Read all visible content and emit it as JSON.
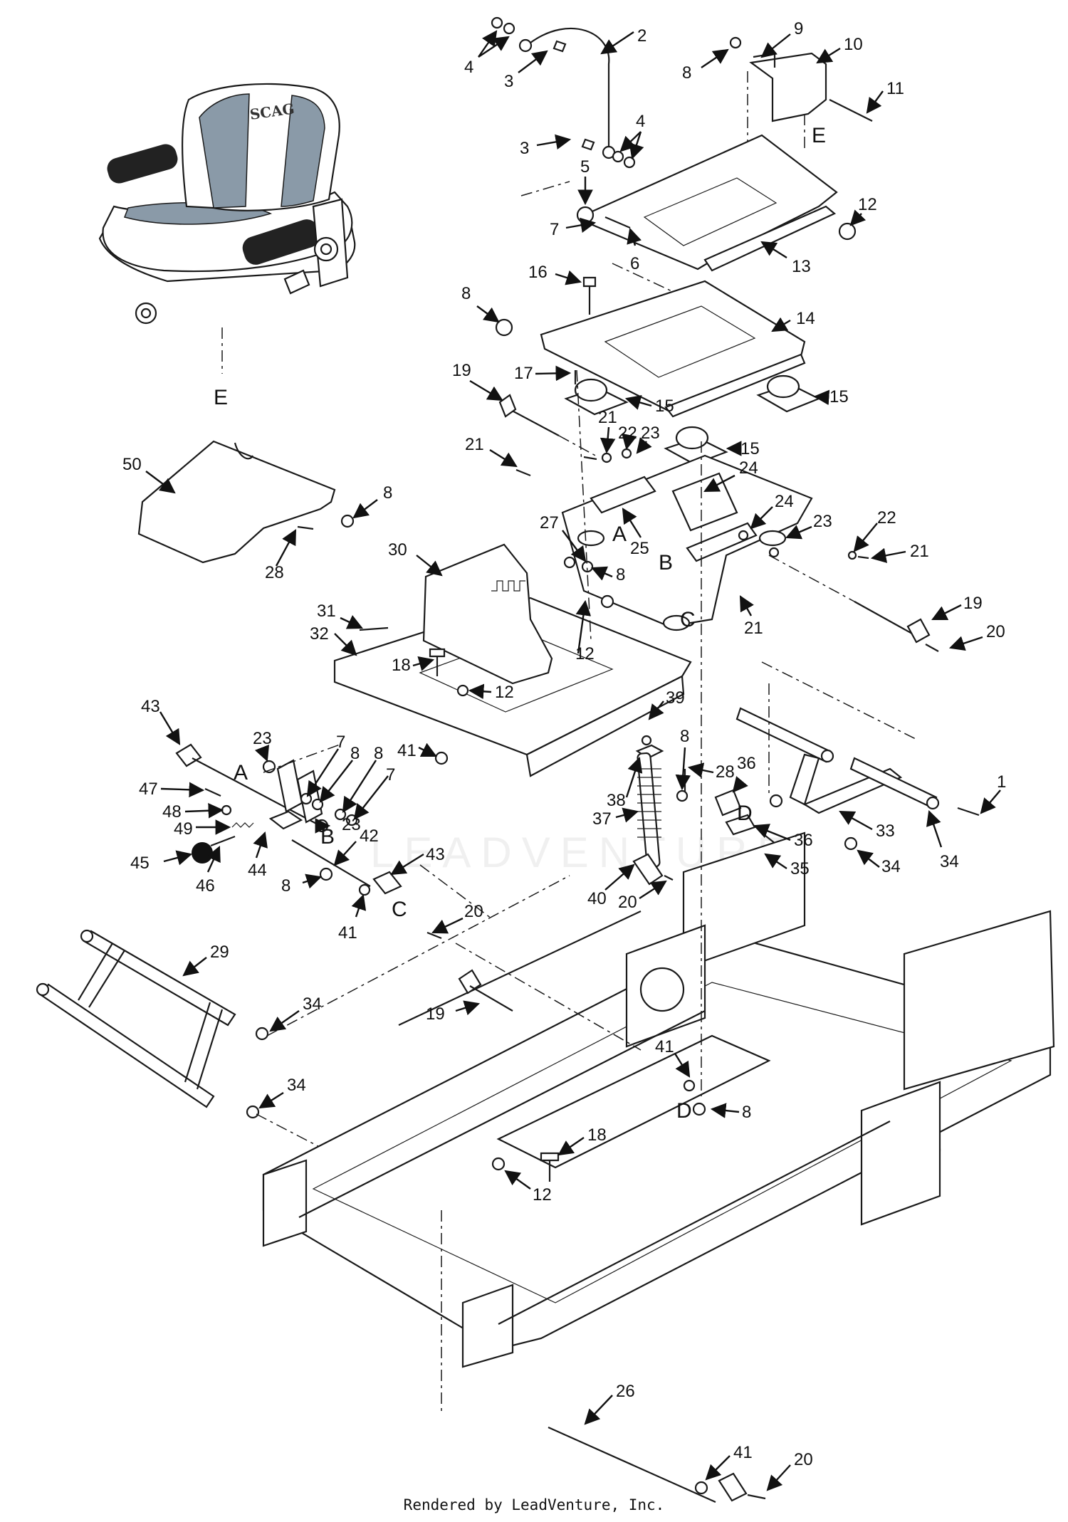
{
  "diagram": {
    "seat_logo": "SCAG",
    "watermark": "LEADVENTURE",
    "credit": "Rendered by LeadVenture, Inc.",
    "callouts": [
      {
        "id": "c2",
        "text": "2"
      },
      {
        "id": "c4a",
        "text": "4"
      },
      {
        "id": "c3a",
        "text": "3"
      },
      {
        "id": "c3b",
        "text": "3"
      },
      {
        "id": "c4b",
        "text": "4"
      },
      {
        "id": "c5",
        "text": "5"
      },
      {
        "id": "c7a",
        "text": "7"
      },
      {
        "id": "c6",
        "text": "6"
      },
      {
        "id": "c8a",
        "text": "8"
      },
      {
        "id": "c9",
        "text": "9"
      },
      {
        "id": "c10",
        "text": "10"
      },
      {
        "id": "c11",
        "text": "11"
      },
      {
        "id": "cEt",
        "text": "E"
      },
      {
        "id": "c12a",
        "text": "12"
      },
      {
        "id": "c13",
        "text": "13"
      },
      {
        "id": "c16",
        "text": "16"
      },
      {
        "id": "c8b",
        "text": "8"
      },
      {
        "id": "c14",
        "text": "14"
      },
      {
        "id": "c19a",
        "text": "19"
      },
      {
        "id": "c17",
        "text": "17"
      },
      {
        "id": "c15a",
        "text": "15"
      },
      {
        "id": "c15b",
        "text": "15"
      },
      {
        "id": "c15c",
        "text": "15"
      },
      {
        "id": "c21a",
        "text": "21"
      },
      {
        "id": "c22a",
        "text": "22"
      },
      {
        "id": "c23a",
        "text": "23"
      },
      {
        "id": "c21b",
        "text": "21"
      },
      {
        "id": "c24a",
        "text": "24"
      },
      {
        "id": "c24b",
        "text": "24"
      },
      {
        "id": "c50",
        "text": "50"
      },
      {
        "id": "c8c",
        "text": "8"
      },
      {
        "id": "c28a",
        "text": "28"
      },
      {
        "id": "c27",
        "text": "27"
      },
      {
        "id": "cA1",
        "text": "A"
      },
      {
        "id": "c25",
        "text": "25"
      },
      {
        "id": "cB1",
        "text": "B"
      },
      {
        "id": "c23b",
        "text": "23"
      },
      {
        "id": "c22b",
        "text": "22"
      },
      {
        "id": "c21c",
        "text": "21"
      },
      {
        "id": "c8d",
        "text": "8"
      },
      {
        "id": "c30",
        "text": "30"
      },
      {
        "id": "cC1",
        "text": "C"
      },
      {
        "id": "c21d",
        "text": "21"
      },
      {
        "id": "c19b",
        "text": "19"
      },
      {
        "id": "c20a",
        "text": "20"
      },
      {
        "id": "c31",
        "text": "31"
      },
      {
        "id": "c12b",
        "text": "12"
      },
      {
        "id": "c32",
        "text": "32"
      },
      {
        "id": "c18a",
        "text": "18"
      },
      {
        "id": "c12c",
        "text": "12"
      },
      {
        "id": "c39",
        "text": "39"
      },
      {
        "id": "c43a",
        "text": "43"
      },
      {
        "id": "c23c",
        "text": "23"
      },
      {
        "id": "c7b",
        "text": "7"
      },
      {
        "id": "c8e",
        "text": "8"
      },
      {
        "id": "c8f",
        "text": "8"
      },
      {
        "id": "c7c",
        "text": "7"
      },
      {
        "id": "cA2",
        "text": "A"
      },
      {
        "id": "c41a",
        "text": "41"
      },
      {
        "id": "c8g",
        "text": "8"
      },
      {
        "id": "c28b",
        "text": "28"
      },
      {
        "id": "c36a",
        "text": "36"
      },
      {
        "id": "c1",
        "text": "1"
      },
      {
        "id": "c47",
        "text": "47"
      },
      {
        "id": "c23d",
        "text": "23"
      },
      {
        "id": "c38",
        "text": "38"
      },
      {
        "id": "cD1",
        "text": "D"
      },
      {
        "id": "c48",
        "text": "48"
      },
      {
        "id": "cB2",
        "text": "B"
      },
      {
        "id": "c49",
        "text": "49"
      },
      {
        "id": "c37",
        "text": "37"
      },
      {
        "id": "c33",
        "text": "33"
      },
      {
        "id": "c42",
        "text": "42"
      },
      {
        "id": "c36b",
        "text": "36"
      },
      {
        "id": "c45",
        "text": "45"
      },
      {
        "id": "c46",
        "text": "46"
      },
      {
        "id": "c44",
        "text": "44"
      },
      {
        "id": "c43b",
        "text": "43"
      },
      {
        "id": "c35",
        "text": "35"
      },
      {
        "id": "c34a",
        "text": "34"
      },
      {
        "id": "c34b",
        "text": "34"
      },
      {
        "id": "c8h",
        "text": "8"
      },
      {
        "id": "cC2",
        "text": "C"
      },
      {
        "id": "c40",
        "text": "40"
      },
      {
        "id": "c20b",
        "text": "20"
      },
      {
        "id": "c41b",
        "text": "41"
      },
      {
        "id": "c20c",
        "text": "20"
      },
      {
        "id": "c29",
        "text": "29"
      },
      {
        "id": "c34c",
        "text": "34"
      },
      {
        "id": "c19c",
        "text": "19"
      },
      {
        "id": "c41c",
        "text": "41"
      },
      {
        "id": "cD2",
        "text": "D"
      },
      {
        "id": "c8i",
        "text": "8"
      },
      {
        "id": "c34d",
        "text": "34"
      },
      {
        "id": "c18b",
        "text": "18"
      },
      {
        "id": "c12d",
        "text": "12"
      },
      {
        "id": "c26",
        "text": "26"
      },
      {
        "id": "c41d",
        "text": "41"
      },
      {
        "id": "c20d",
        "text": "20"
      },
      {
        "id": "cEs",
        "text": "E"
      }
    ]
  }
}
